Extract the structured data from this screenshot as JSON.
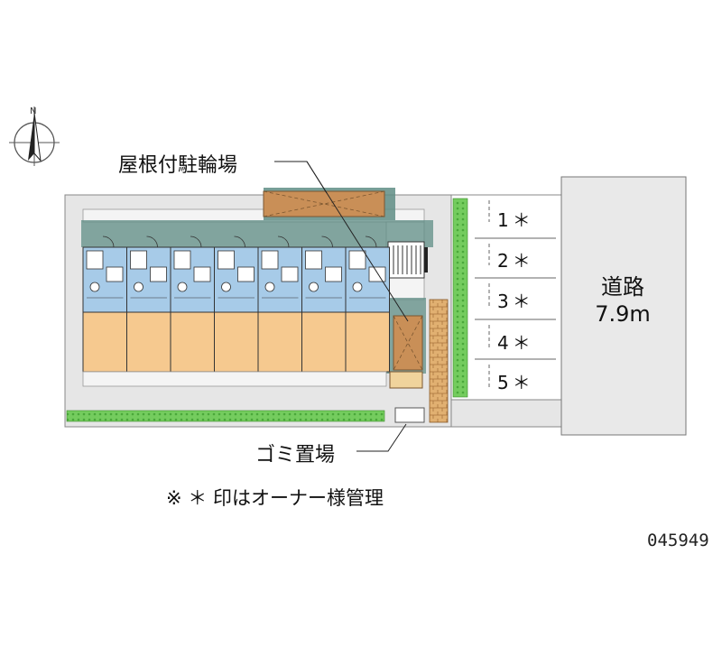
{
  "labels": {
    "bike_parking": "屋根付駐輪場",
    "garbage": "ゴミ置場",
    "road_name": "道路",
    "road_width": "7.9m",
    "note": "※ ＊ 印はオーナー様管理",
    "property_code": "045949"
  },
  "parking_spaces": [
    "1＊",
    "2＊",
    "3＊",
    "4＊",
    "5＊"
  ],
  "colors": {
    "unit_wet_area": "#a7cbe8",
    "unit_room": "#f6c98f",
    "greenery": "#6fc85a",
    "roof_bike_parking": "#c9915e",
    "brick_wall": "#d9a86a",
    "site_ground": "#e7e7e7",
    "road": "#e8e8e8"
  },
  "icons": {
    "compass": "north-arrow-icon"
  }
}
